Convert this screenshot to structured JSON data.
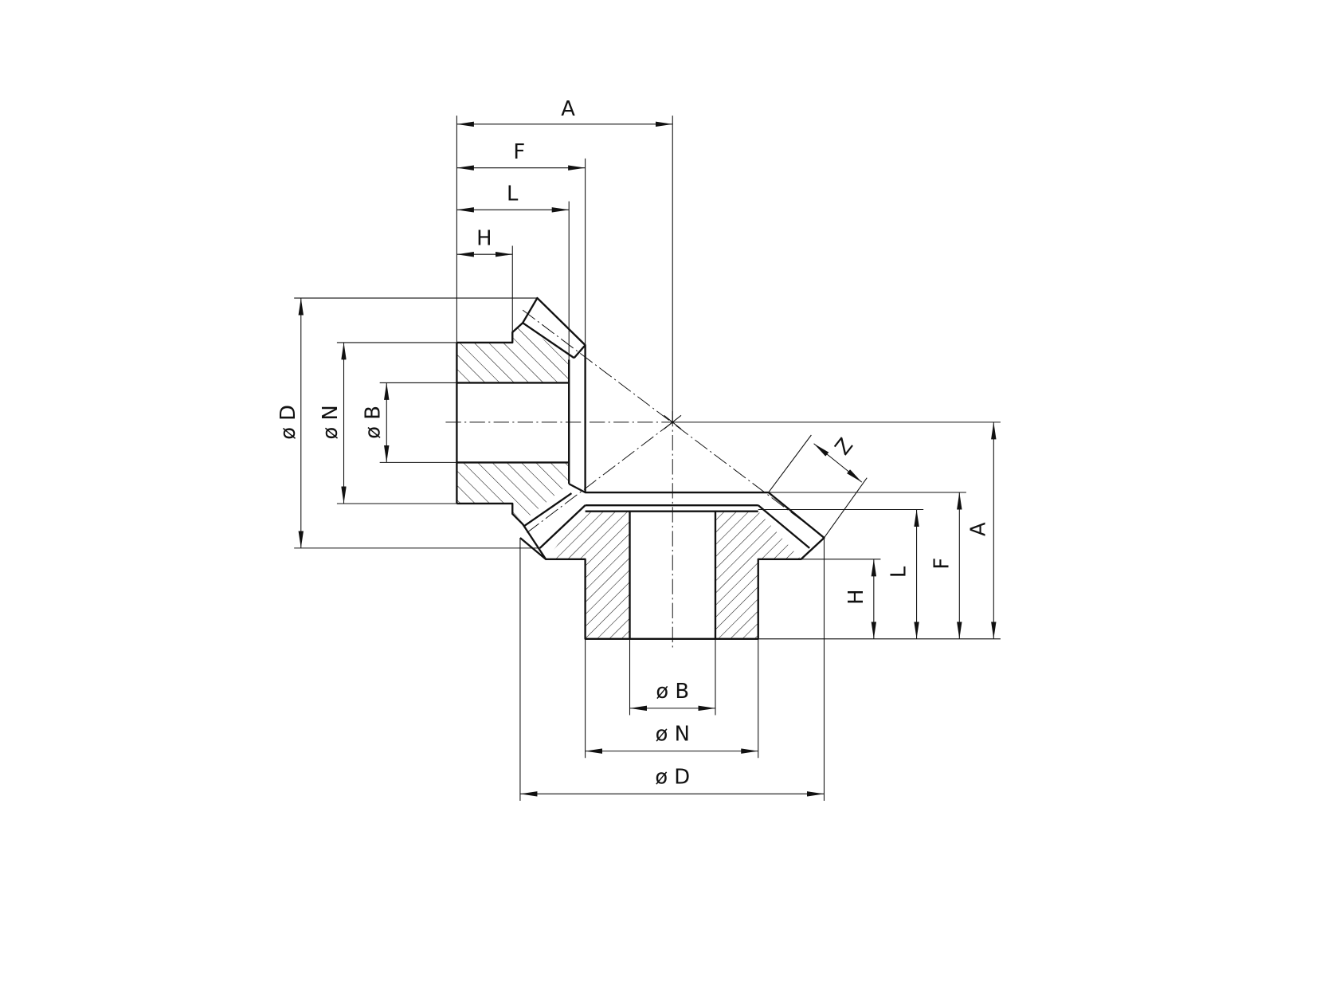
{
  "drawing": {
    "title": "Bevel gear pair dimensions",
    "top_dims": {
      "A": "A",
      "F": "F",
      "L": "L",
      "H": "H"
    },
    "left_dims": {
      "D": "ø D",
      "N": "ø N",
      "B": "ø B"
    },
    "right_dims": {
      "A": "A",
      "F": "F",
      "L": "L",
      "H": "H"
    },
    "bottom_dims": {
      "B": "ø B",
      "N": "ø N",
      "D": "ø D"
    },
    "Z": "Z",
    "colors": {
      "line": "#111111",
      "background": "#ffffff"
    }
  }
}
